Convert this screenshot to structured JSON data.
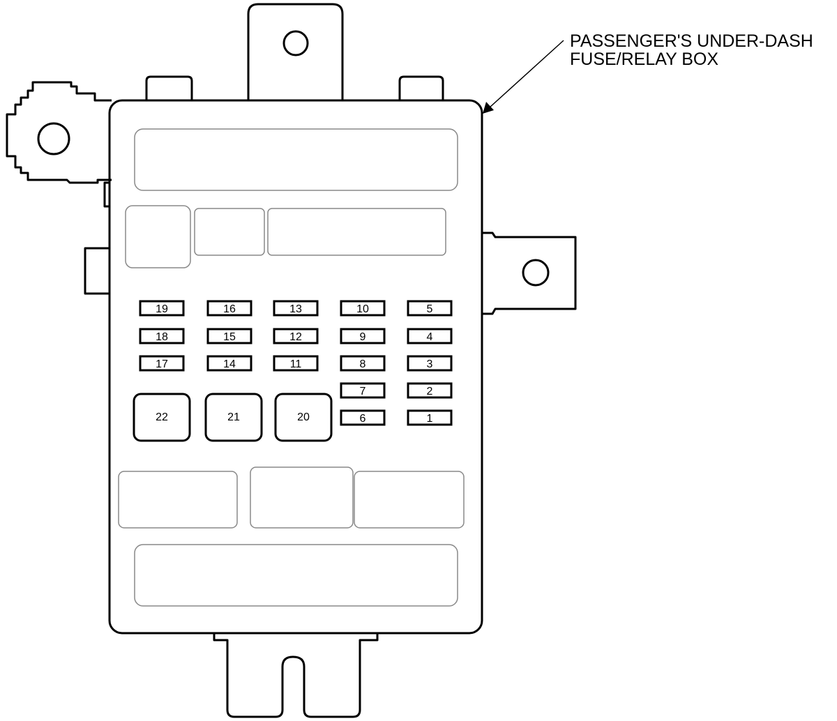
{
  "label": {
    "line1": "PASSENGER'S UNDER-DASH",
    "line2": "FUSE/RELAY BOX"
  },
  "fuses": [
    {
      "num": "19",
      "id": "fuse-19"
    },
    {
      "num": "16",
      "id": "fuse-16"
    },
    {
      "num": "13",
      "id": "fuse-13"
    },
    {
      "num": "10",
      "id": "fuse-10"
    },
    {
      "num": "5",
      "id": "fuse-5"
    },
    {
      "num": "18",
      "id": "fuse-18"
    },
    {
      "num": "15",
      "id": "fuse-15"
    },
    {
      "num": "12",
      "id": "fuse-12"
    },
    {
      "num": "9",
      "id": "fuse-9"
    },
    {
      "num": "4",
      "id": "fuse-4"
    },
    {
      "num": "17",
      "id": "fuse-17"
    },
    {
      "num": "14",
      "id": "fuse-14"
    },
    {
      "num": "11",
      "id": "fuse-11"
    },
    {
      "num": "8",
      "id": "fuse-8"
    },
    {
      "num": "3",
      "id": "fuse-3"
    },
    {
      "num": "7",
      "id": "fuse-7"
    },
    {
      "num": "2",
      "id": "fuse-2"
    },
    {
      "num": "6",
      "id": "fuse-6"
    },
    {
      "num": "1",
      "id": "fuse-1"
    }
  ],
  "large_fuses": [
    {
      "num": "22",
      "id": "fuse-22"
    },
    {
      "num": "21",
      "id": "fuse-21"
    },
    {
      "num": "20",
      "id": "fuse-20"
    }
  ],
  "colors": {
    "stroke": "#000000",
    "light_stroke": "#888888",
    "background": "#ffffff"
  }
}
